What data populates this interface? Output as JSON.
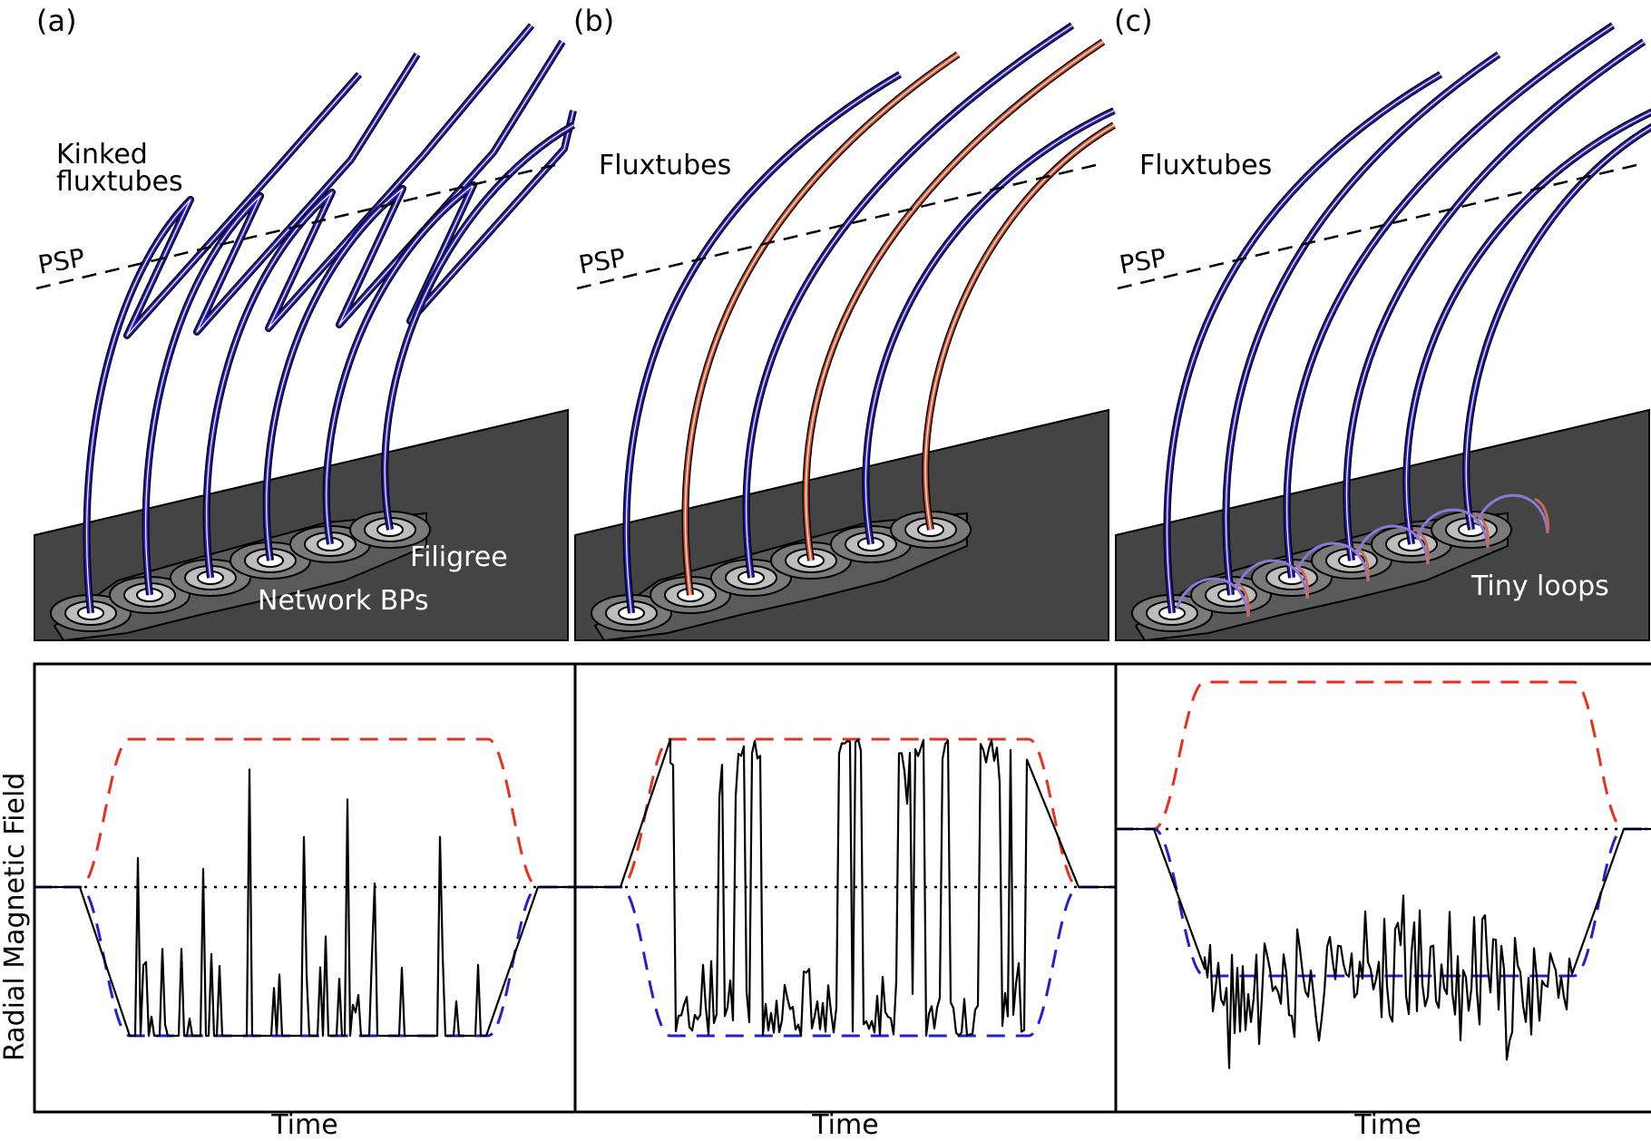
{
  "figure": {
    "panels": [
      {
        "letter": "(a)",
        "title_line1": "Kinked",
        "title_line2": "fluxtubes",
        "psp": "PSP",
        "mode": "kinked",
        "base_labels": [
          "Filigree",
          "Network BPs"
        ]
      },
      {
        "letter": "(b)",
        "title_line1": "Fluxtubes",
        "title_line2": "",
        "psp": "PSP",
        "mode": "mixed",
        "base_labels": []
      },
      {
        "letter": "(c)",
        "title_line1": "Fluxtubes",
        "title_line2": "",
        "psp": "PSP",
        "mode": "loops",
        "base_labels": [
          "Tiny loops"
        ]
      }
    ],
    "ylabel": "Radial Magnetic Field",
    "xlabels": [
      "Time",
      "Time",
      "Time"
    ],
    "colors": {
      "fluxtube_blue": "#2b1fd0",
      "fluxtube_orange": "#e2522a",
      "surface": "#444444",
      "trace": "#000000",
      "envelope_red": "#e8301e",
      "envelope_blue": "#2222cc"
    }
  },
  "chart_data": [
    {
      "type": "line",
      "xlabel": "Time",
      "ylabel": "Radial Magnetic Field",
      "series_desc": [
        "black trace: spiky switchbacks from negative baseline",
        "red dashed: positive envelope",
        "blue dashed: negative envelope",
        "black dotted: zero line"
      ]
    },
    {
      "type": "line",
      "xlabel": "Time",
      "ylabel": "",
      "series_desc": [
        "black trace: switching between positive and negative",
        "red dashed: positive envelope",
        "blue dashed: negative envelope",
        "black dotted: zero line"
      ]
    },
    {
      "type": "line",
      "xlabel": "Time",
      "ylabel": "",
      "series_desc": [
        "black trace: noisy fluctuation around negative level",
        "red dashed: positive envelope",
        "blue dashed: negative envelope",
        "black dotted: zero line"
      ]
    }
  ]
}
